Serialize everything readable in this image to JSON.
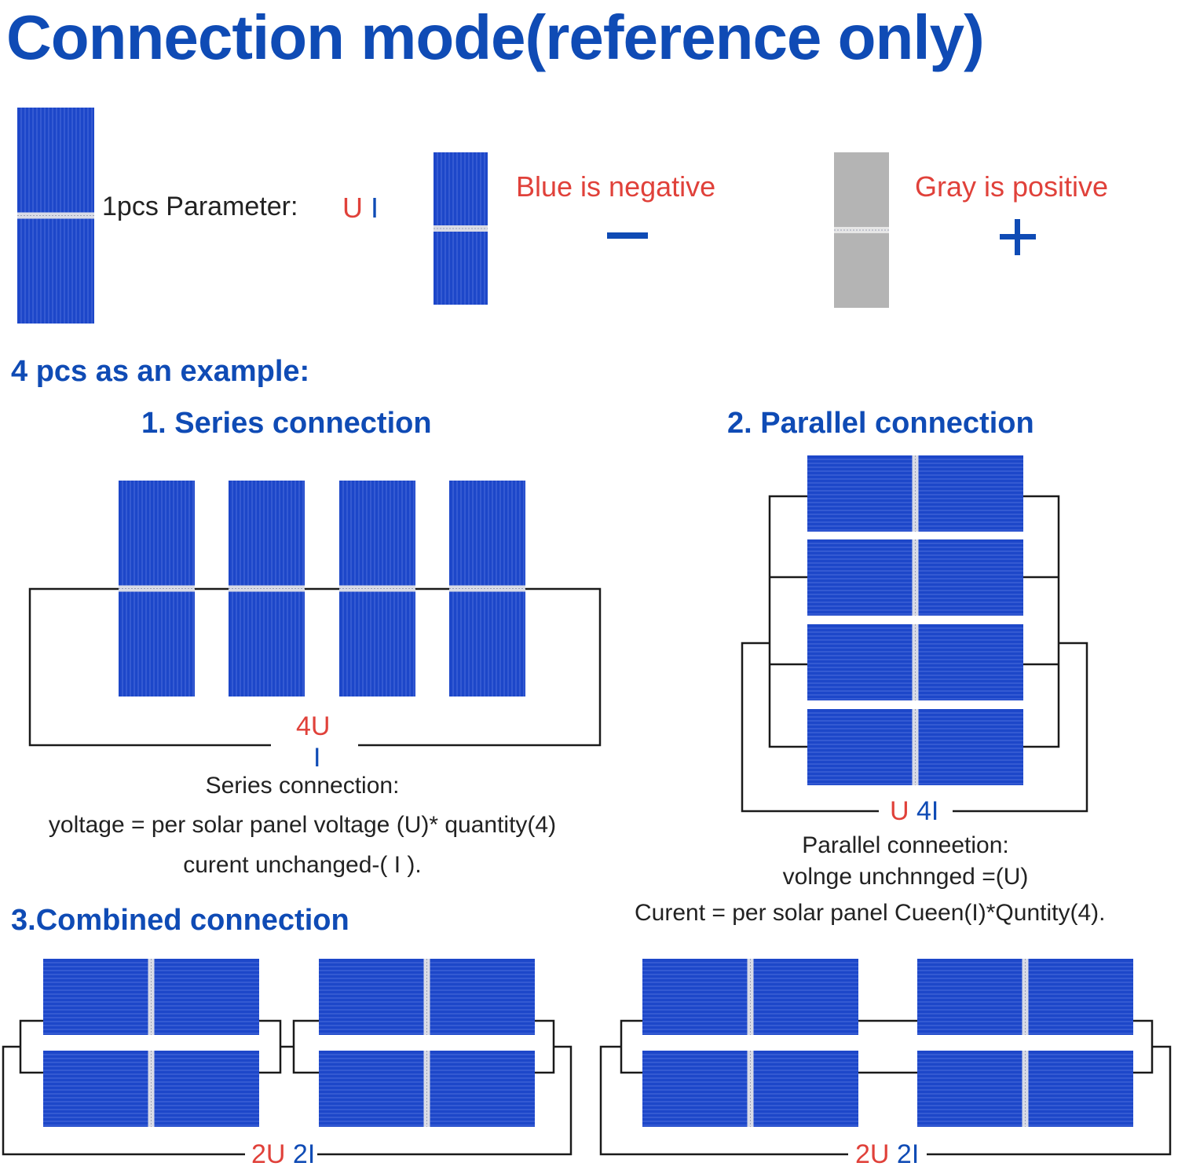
{
  "colors": {
    "brand_blue": "#0f4bb5",
    "label_red": "#e0413a",
    "cell_blue": "#1d47c9",
    "cell_line": "#6f8ee8",
    "gray_cell": "#b4b4b4",
    "wire": "#1a1a1a"
  },
  "title": "Connection mode(reference only)",
  "single": {
    "param_label": "1pcs Parameter:",
    "param_value": "U I"
  },
  "negative": {
    "label": "Blue is negative",
    "symbol": "−"
  },
  "positive": {
    "label": "Gray is positive",
    "symbol": "+"
  },
  "example_heading": "4 pcs as an example:",
  "series": {
    "heading": "1. Series connection",
    "voltage_label": "4U",
    "current_label": "I",
    "desc_title": "Series connection:",
    "desc_line1": "yoltage = per solar panel voltage (U)* quantity(4)",
    "desc_line2": "curent unchanged-( I )."
  },
  "parallel": {
    "heading": "2. Parallel connection",
    "voltage_label": "U",
    "current_label": "4I",
    "desc_title": "Parallel conneetion:",
    "desc_line1": "volnge unchnnged =(U)",
    "desc_line2": "Curent = per solar panel Cueen(I)*Quntity(4)."
  },
  "combined": {
    "heading": "3.Combined connection",
    "left_voltage": "2U",
    "left_current": "2I",
    "right_voltage": "2U",
    "right_current": "2I"
  }
}
